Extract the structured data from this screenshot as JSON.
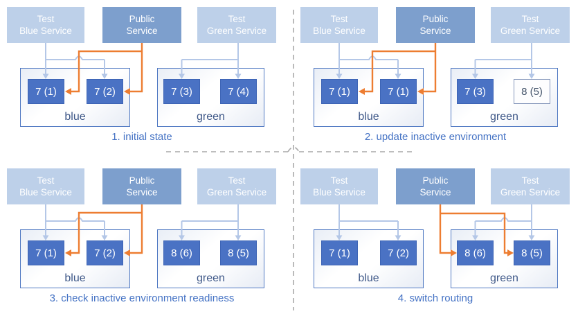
{
  "palette": {
    "service_light_blue": "#bdd0e9",
    "service_public_blue": "#7d9fcd",
    "pod_fill_blue": "#4a72c4",
    "environment_border_blue": "#4f78c2",
    "test_route_light_blue": "#b4c7e7",
    "public_route_orange": "#ed7d31",
    "caption_blue": "#4472c4",
    "environment_label_navy": "#3f5888",
    "divider_gray": "#a8a8a8"
  },
  "panels": [
    {
      "caption": "1. initial state",
      "services": [
        {
          "line1": "Test",
          "line2": "Blue Service"
        },
        {
          "line1": "Public",
          "line2": "Service"
        },
        {
          "line1": "Test",
          "line2": "Green Service"
        }
      ],
      "environments": [
        {
          "label": "blue",
          "pods": [
            "7 (1)",
            "7 (2)"
          ]
        },
        {
          "label": "green",
          "pods": [
            "7 (3)",
            "7 (4)"
          ]
        }
      ]
    },
    {
      "caption": "2. update inactive environment",
      "services": [
        {
          "line1": "Test",
          "line2": "Blue Service"
        },
        {
          "line1": "Public",
          "line2": "Service"
        },
        {
          "line1": "Test",
          "line2": "Green Service"
        }
      ],
      "environments": [
        {
          "label": "blue",
          "pods": [
            "7 (1)",
            "7 (1)"
          ]
        },
        {
          "label": "green",
          "pods": [
            "7 (3)",
            "8 (5)"
          ]
        }
      ]
    },
    {
      "caption": "3. check inactive environment readiness",
      "services": [
        {
          "line1": "Test",
          "line2": "Blue Service"
        },
        {
          "line1": "Public",
          "line2": "Service"
        },
        {
          "line1": "Test",
          "line2": "Green Service"
        }
      ],
      "environments": [
        {
          "label": "blue",
          "pods": [
            "7 (1)",
            "7 (2)"
          ]
        },
        {
          "label": "green",
          "pods": [
            "8 (6)",
            "8 (5)"
          ]
        }
      ]
    },
    {
      "caption": "4. switch routing",
      "services": [
        {
          "line1": "Test",
          "line2": "Blue Service"
        },
        {
          "line1": "Public",
          "line2": "Service"
        },
        {
          "line1": "Test",
          "line2": "Green Service"
        }
      ],
      "environments": [
        {
          "label": "blue",
          "pods": [
            "7 (1)",
            "7 (2)"
          ]
        },
        {
          "label": "green",
          "pods": [
            "8 (6)",
            "8 (5)"
          ]
        }
      ]
    }
  ]
}
